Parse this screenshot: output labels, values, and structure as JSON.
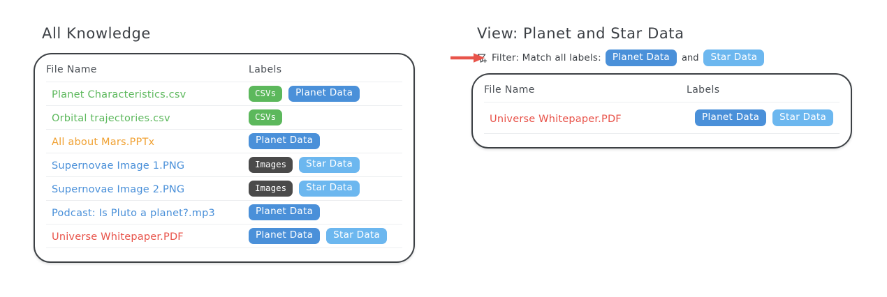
{
  "colors": {
    "green": "#5cb85c",
    "blue": "#4a90d9",
    "light_blue": "#6cb7ef",
    "dark_gray": "#4a4a4a",
    "orange": "#f0a132",
    "red": "#e8534a",
    "ink": "#3c4044",
    "arrow_red": "#e8544a"
  },
  "left_panel": {
    "title": "All Knowledge",
    "table": {
      "headers": {
        "file_name": "File Name",
        "labels": "Labels"
      },
      "rows": [
        {
          "file_name": "Planet Characteristics.csv",
          "name_color": "#5cb85c",
          "labels": [
            {
              "text": "CSVs",
              "color": "#5cb85c",
              "mono": true
            },
            {
              "text": "Planet Data",
              "color": "#4a90d9",
              "mono": false
            }
          ]
        },
        {
          "file_name": "Orbital trajectories.csv",
          "name_color": "#5cb85c",
          "labels": [
            {
              "text": "CSVs",
              "color": "#5cb85c",
              "mono": true
            }
          ]
        },
        {
          "file_name": "All about Mars.PPTx",
          "name_color": "#f0a132",
          "labels": [
            {
              "text": "Planet Data",
              "color": "#4a90d9",
              "mono": false
            }
          ]
        },
        {
          "file_name": "Supernovae Image 1.PNG",
          "name_color": "#4a90d9",
          "labels": [
            {
              "text": "Images",
              "color": "#4a4a4a",
              "mono": true
            },
            {
              "text": "Star Data",
              "color": "#6cb7ef",
              "mono": false
            }
          ]
        },
        {
          "file_name": "Supernovae Image 2.PNG",
          "name_color": "#4a90d9",
          "labels": [
            {
              "text": "Images",
              "color": "#4a4a4a",
              "mono": true
            },
            {
              "text": "Star Data",
              "color": "#6cb7ef",
              "mono": false
            }
          ]
        },
        {
          "file_name": "Podcast: Is Pluto a planet?.mp3",
          "name_color": "#4a90d9",
          "labels": [
            {
              "text": "Planet Data",
              "color": "#4a90d9",
              "mono": false
            }
          ]
        },
        {
          "file_name": "Universe Whitepaper.PDF",
          "name_color": "#e8534a",
          "labels": [
            {
              "text": "Planet Data",
              "color": "#4a90d9",
              "mono": false
            },
            {
              "text": "Star Data",
              "color": "#6cb7ef",
              "mono": false
            }
          ]
        }
      ]
    }
  },
  "right_panel": {
    "title": "View: Planet and Star Data",
    "filter": {
      "icon": "filter-funnel-plus-icon",
      "label": "Filter: Match all labels:",
      "conjunction": "and",
      "chips": [
        {
          "text": "Planet Data",
          "color": "#4a90d9",
          "mono": false
        },
        {
          "text": "Star Data",
          "color": "#6cb7ef",
          "mono": false
        }
      ]
    },
    "pointer": {
      "icon": "red-arrow-right-icon",
      "color": "#e8544a"
    },
    "table": {
      "headers": {
        "file_name": "File Name",
        "labels": "Labels"
      },
      "rows": [
        {
          "file_name": "Universe Whitepaper.PDF",
          "name_color": "#e8534a",
          "labels": [
            {
              "text": "Planet Data",
              "color": "#4a90d9",
              "mono": false
            },
            {
              "text": "Star Data",
              "color": "#6cb7ef",
              "mono": false
            }
          ]
        }
      ]
    }
  }
}
